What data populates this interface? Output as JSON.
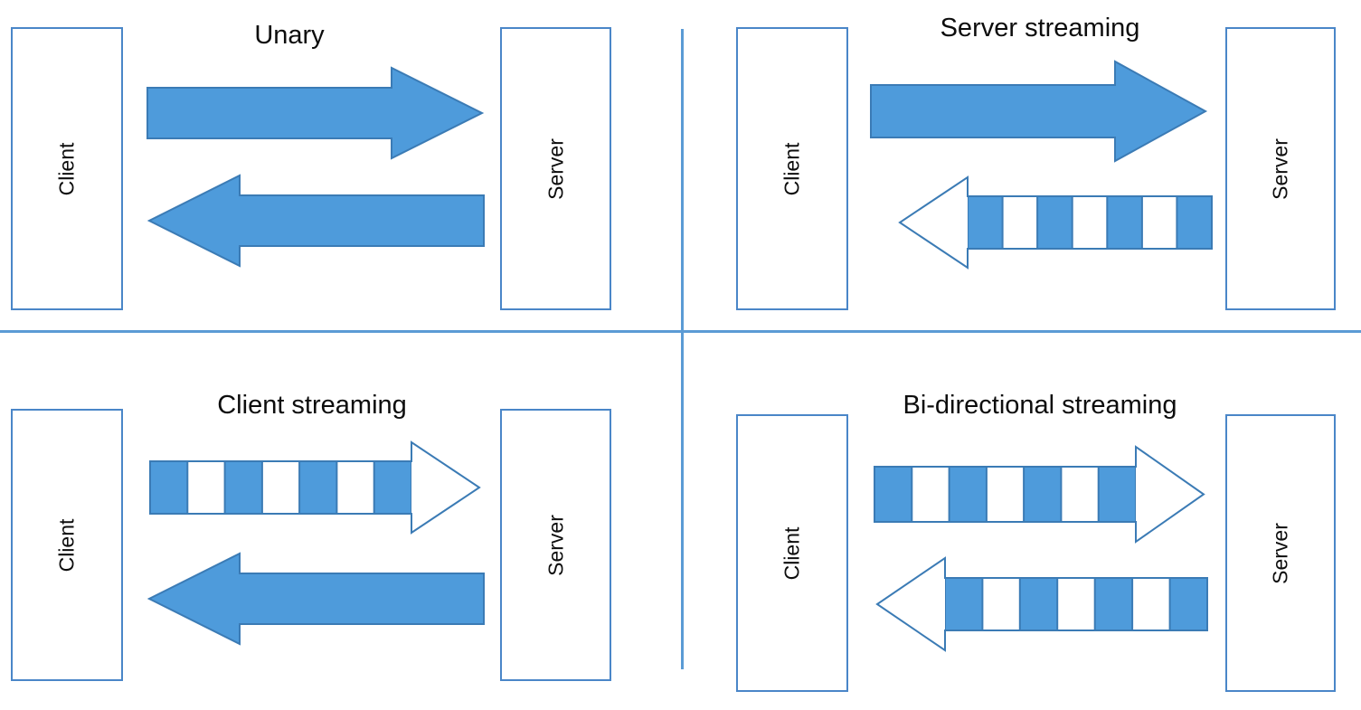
{
  "diagram": {
    "title_semantic": "grpc-communication-patterns",
    "background": "#FFFFFF",
    "colors": {
      "fill_blue": "#4E9BDB",
      "stroke_blue": "#3B7BB5",
      "box_border": "#4A86C8",
      "divider": "#5B9BD5",
      "text": "#0D0D0D",
      "white": "#FFFFFF"
    }
  },
  "quadrants": [
    {
      "id": "unary",
      "title": "Unary",
      "client_label": "Client",
      "server_label": "Server",
      "arrows": [
        {
          "direction": "client-to-server",
          "style": "solid",
          "segments": 0
        },
        {
          "direction": "server-to-client",
          "style": "solid",
          "segments": 0
        }
      ]
    },
    {
      "id": "server-streaming",
      "title": "Server streaming",
      "client_label": "Client",
      "server_label": "Server",
      "arrows": [
        {
          "direction": "client-to-server",
          "style": "solid",
          "segments": 0
        },
        {
          "direction": "server-to-client",
          "style": "striped",
          "segments": 7
        }
      ]
    },
    {
      "id": "client-streaming",
      "title": "Client streaming",
      "client_label": "Client",
      "server_label": "Server",
      "arrows": [
        {
          "direction": "client-to-server",
          "style": "striped",
          "segments": 7
        },
        {
          "direction": "server-to-client",
          "style": "solid",
          "segments": 0
        }
      ]
    },
    {
      "id": "bidirectional-streaming",
      "title": "Bi-directional streaming",
      "client_label": "Client",
      "server_label": "Server",
      "arrows": [
        {
          "direction": "client-to-server",
          "style": "striped",
          "segments": 7
        },
        {
          "direction": "server-to-client",
          "style": "striped",
          "segments": 7
        }
      ]
    }
  ]
}
